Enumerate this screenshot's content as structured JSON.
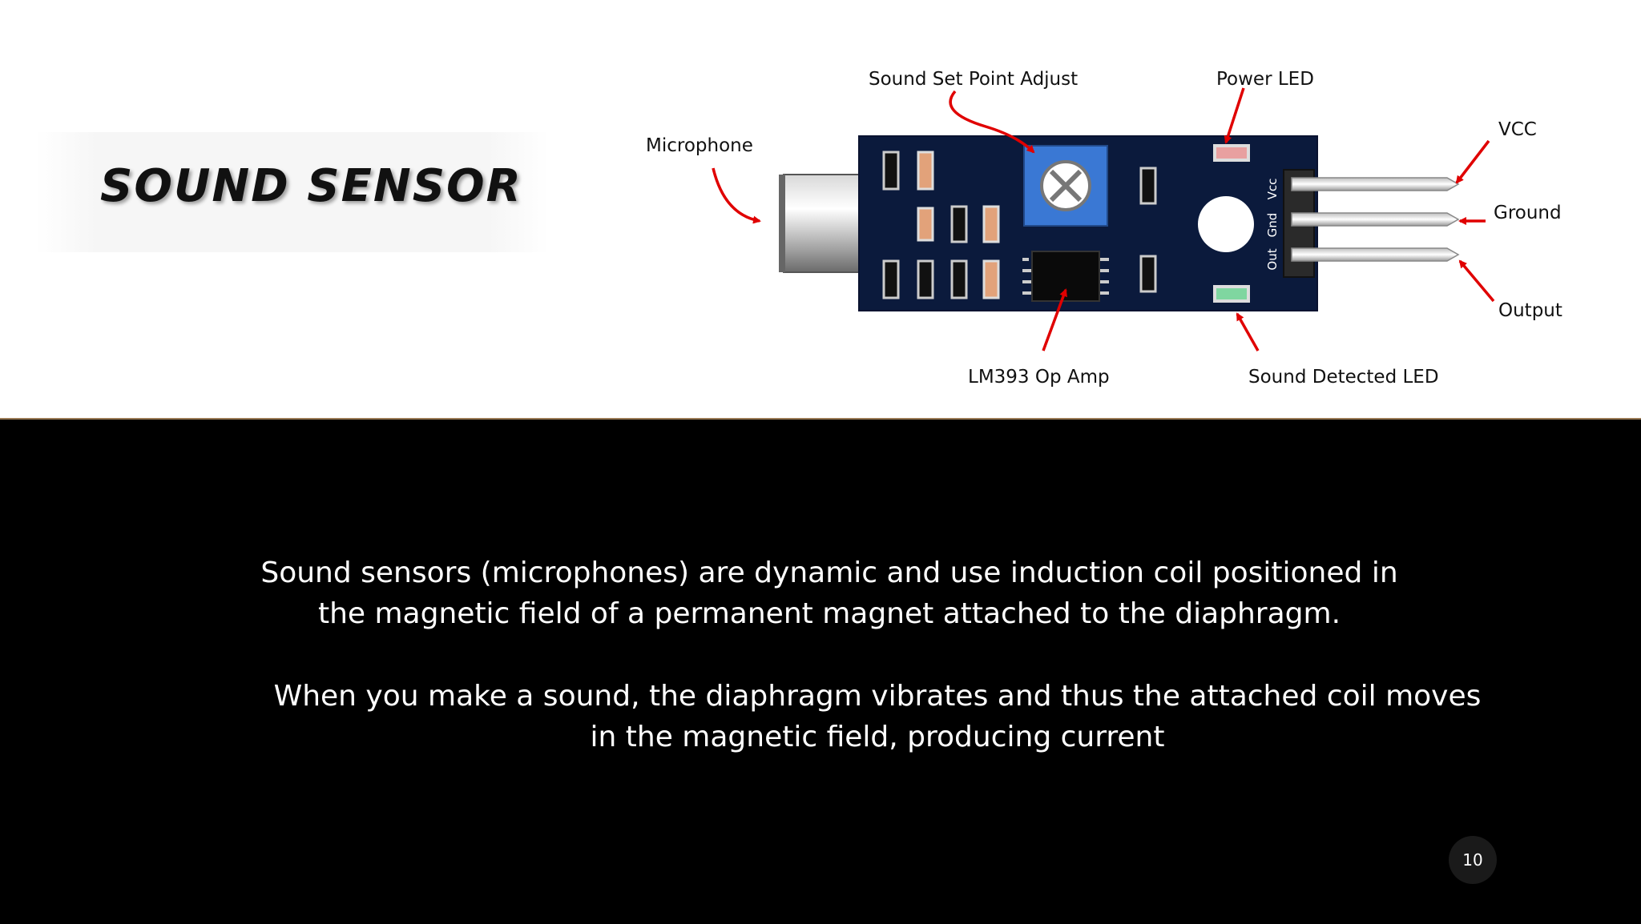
{
  "slide": {
    "title": "SOUND SENSOR",
    "page_number": "10"
  },
  "diagram": {
    "labels": {
      "microphone": "Microphone",
      "set_point": "Sound Set Point Adjust",
      "power_led": "Power LED",
      "vcc": "VCC",
      "ground": "Ground",
      "output": "Output",
      "op_amp": "LM393 Op Amp",
      "sound_led": "Sound Detected LED"
    },
    "pin_labels": {
      "vcc": "Vcc",
      "gnd": "Gnd",
      "out": "Out"
    },
    "colors": {
      "board": "#0b1a3c",
      "potentiometer": "#3a78d4",
      "arrow": "#e00000",
      "power_led": "#e8a0a0",
      "sound_led": "#7fd6a0"
    }
  },
  "body": {
    "paragraph_1": "Sound sensors (microphones) are dynamic and use induction coil positioned in the magnetic field of a permanent magnet attached to the diaphragm.",
    "paragraph_2": "When you make a sound, the diaphragm vibrates and thus the attached coil moves in the magnetic field, producing current"
  }
}
